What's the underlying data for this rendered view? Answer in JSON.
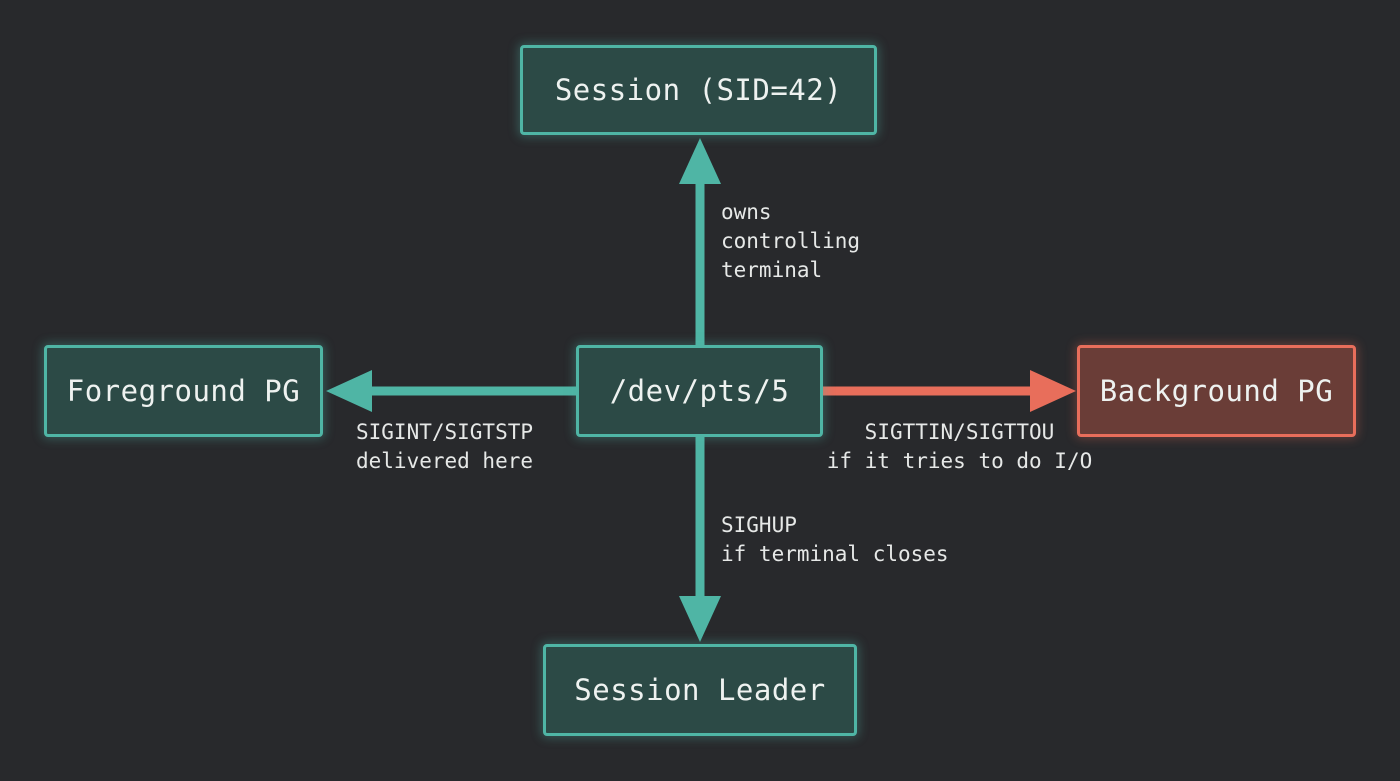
{
  "nodes": {
    "session": "Session (SID=42)",
    "terminal": "/dev/pts/5",
    "foreground": "Foreground PG",
    "background": "Background PG",
    "leader": "Session Leader"
  },
  "edges": {
    "owns": [
      "owns",
      "controlling",
      "terminal"
    ],
    "foreground_signals": [
      "SIGINT/SIGTSTP",
      "delivered here"
    ],
    "background_signals": [
      "SIGTTIN/SIGTTOU",
      "if it tries to do I/O"
    ],
    "hangup": [
      "SIGHUP",
      "if terminal closes"
    ]
  },
  "colors": {
    "background": "#28292c",
    "teal": "#4fb5a5",
    "teal_fill": "#2c4a46",
    "coral": "#e86e5b",
    "coral_fill": "#6a3d37",
    "text": "#eef2f0"
  }
}
